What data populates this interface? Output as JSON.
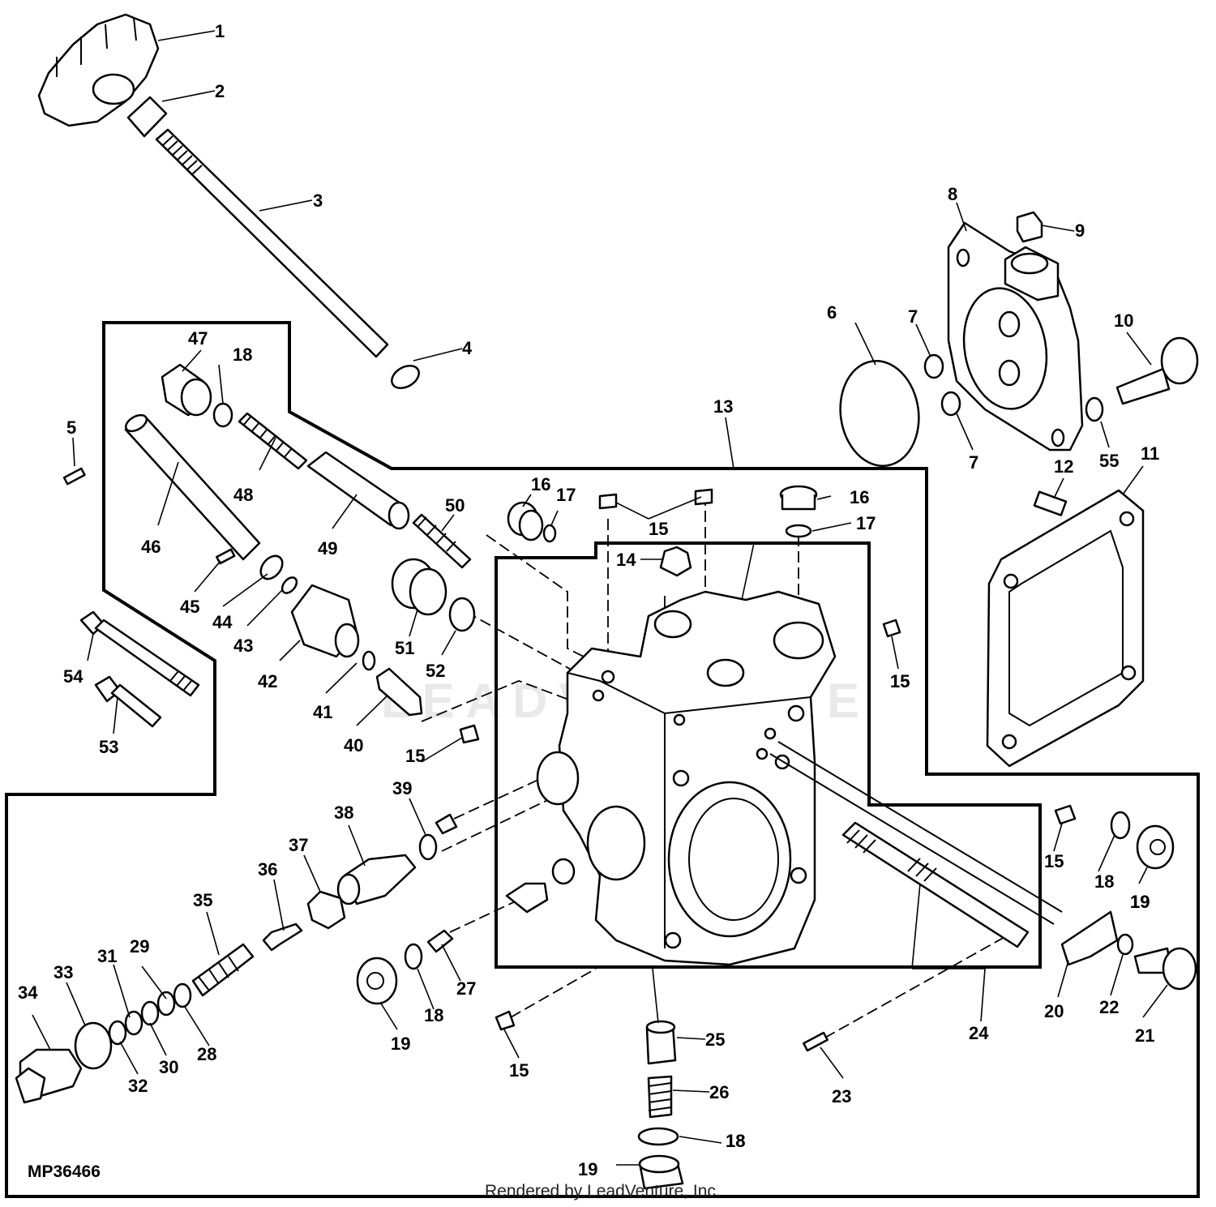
{
  "diagram": {
    "figure_code": "MP36466",
    "credit": "Rendered by LeadVenture, Inc.",
    "watermark": "LEADVENTURE",
    "callouts": [
      "1",
      "2",
      "3",
      "4",
      "5",
      "6",
      "7",
      "7",
      "8",
      "9",
      "10",
      "11",
      "12",
      "13",
      "14",
      "15",
      "15",
      "15",
      "15",
      "15",
      "15",
      "16",
      "16",
      "17",
      "17",
      "18",
      "18",
      "18",
      "18",
      "18",
      "19",
      "19",
      "19",
      "19",
      "20",
      "21",
      "22",
      "23",
      "24",
      "25",
      "26",
      "27",
      "28",
      "29",
      "30",
      "31",
      "32",
      "33",
      "34",
      "35",
      "36",
      "37",
      "38",
      "39",
      "40",
      "41",
      "42",
      "43",
      "44",
      "45",
      "46",
      "47",
      "48",
      "49",
      "50",
      "51",
      "52",
      "53",
      "54",
      "55"
    ]
  }
}
